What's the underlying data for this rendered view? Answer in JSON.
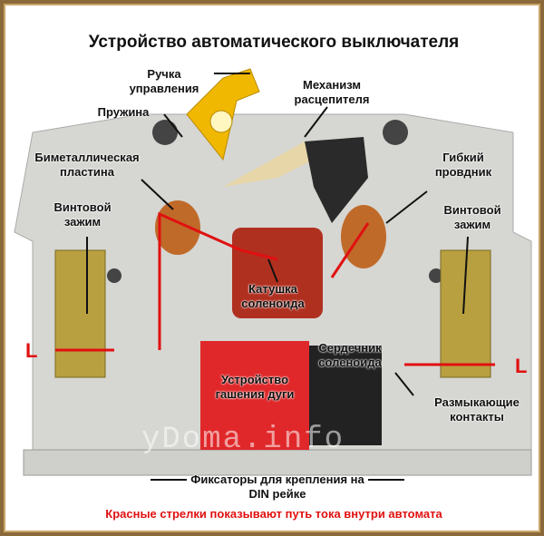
{
  "title": "Устройство автоматического выключателя",
  "labels": {
    "handle": "Ручка управления",
    "spring": "Пружина",
    "trip_mechanism": "Механизм расцепителя",
    "bimetal": "Биметаллическая пластина",
    "flex_conductor": "Гибкий провдник",
    "screw_left": "Винтовой зажим",
    "screw_right": "Винтовой зажим",
    "coil": "Катушка соленоида",
    "core": "Сердечник соленоида",
    "arc_chute": "Устройство гашения дуги",
    "contacts": "Размыкающие контакты",
    "din": "Фиксаторы для крепления на DIN рейке",
    "L_left": "L",
    "L_right": "L"
  },
  "watermark": "yDoma.info",
  "footer": "Красные стрелки показывают путь тока внутри автомата",
  "colors": {
    "current_arrow": "#e01010",
    "body": "#d8d8d4",
    "arc_chute": "#e0282a"
  }
}
